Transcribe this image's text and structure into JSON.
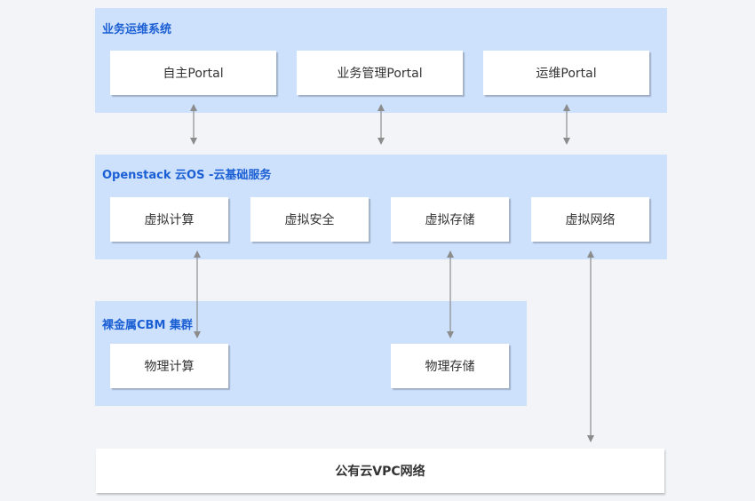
{
  "groups": {
    "ops": {
      "title": "业务运维系统",
      "boxes": [
        "自主Portal",
        "业务管理Portal",
        "运维Portal"
      ]
    },
    "openstack": {
      "title": "Openstack 云OS -云基础服务",
      "boxes": [
        "虚拟计算",
        "虚拟安全",
        "虚拟存储",
        "虚拟网络"
      ]
    },
    "baremetal": {
      "title": "裸金属CBM 集群",
      "boxes": [
        "物理计算",
        "物理存储"
      ]
    }
  },
  "bottom": {
    "label": "公有云VPC网络"
  },
  "colors": {
    "group_bg": "#cde1fd",
    "group_title": "#1b5fd4",
    "arrow": "#8c8c8c",
    "page_bg": "#f3f4f8"
  }
}
